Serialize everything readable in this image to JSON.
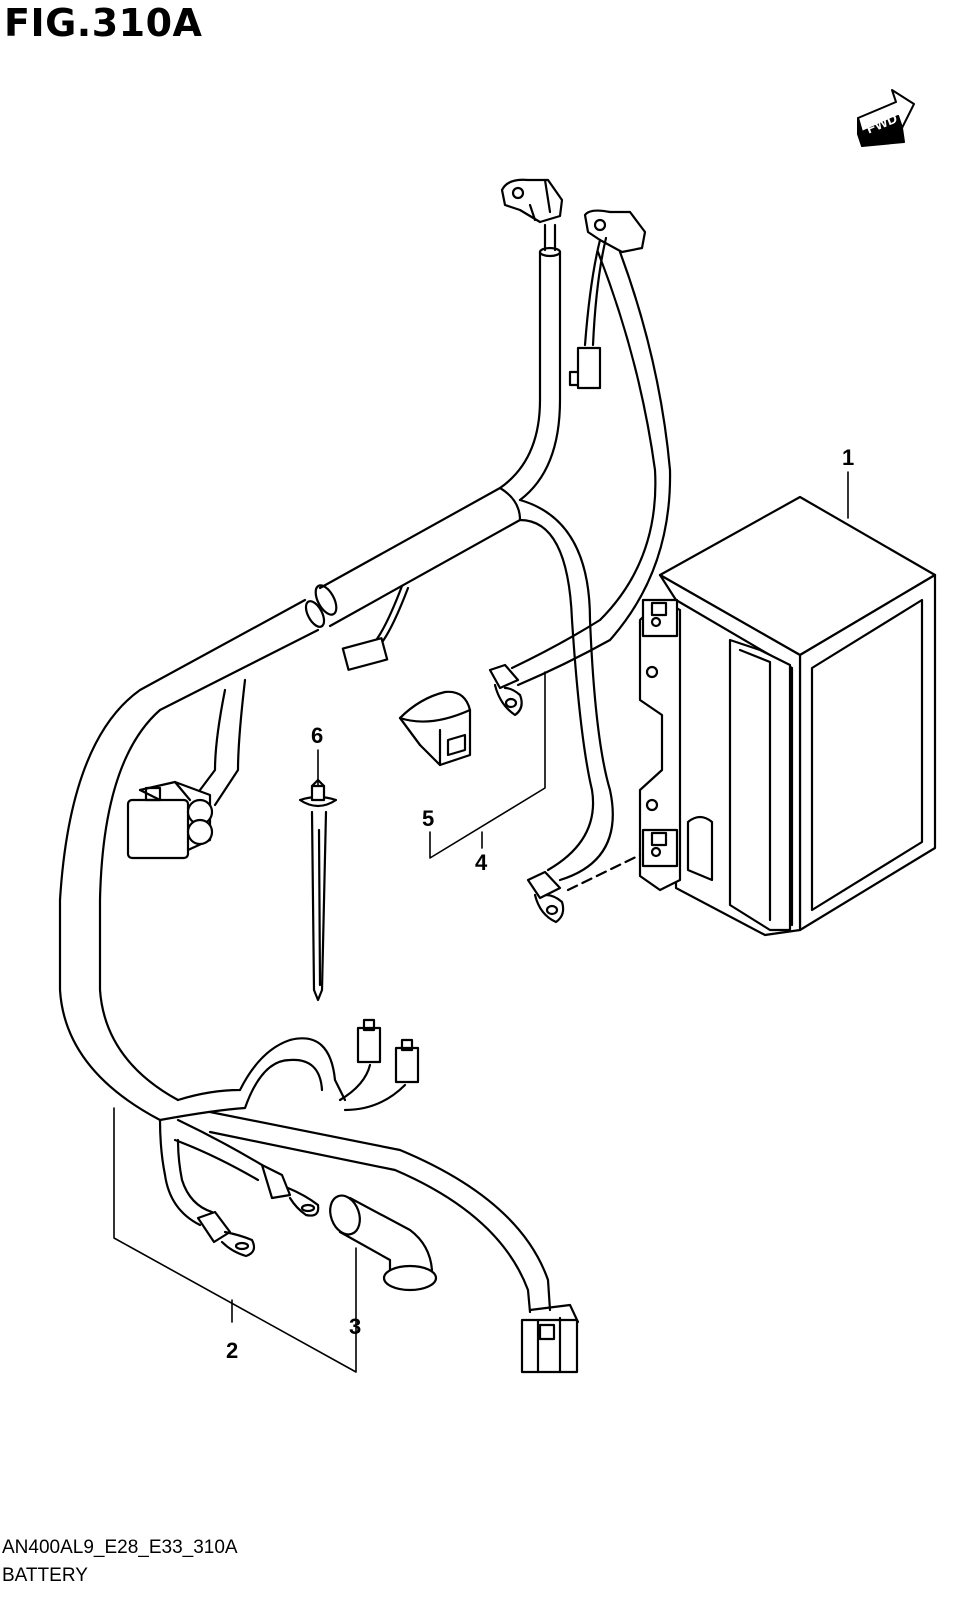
{
  "figure": {
    "title": "FIG.310A"
  },
  "fwd_badge": {
    "label": "FWD"
  },
  "callouts": {
    "c1": "1",
    "c2": "2",
    "c3": "3",
    "c4": "4",
    "c5": "5",
    "c6": "6"
  },
  "footer": {
    "code": "AN400AL9_E28_E33_310A",
    "name": "BATTERY"
  }
}
